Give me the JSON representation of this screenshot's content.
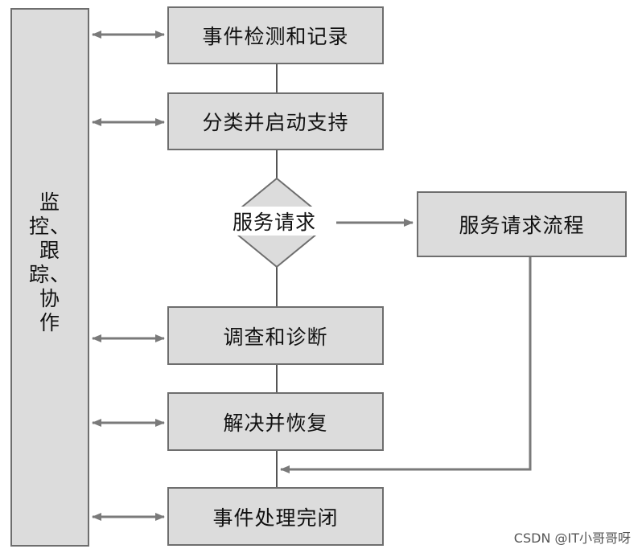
{
  "side_bar": {
    "chars": [
      "监",
      "控、",
      "跟",
      "踪、",
      "协",
      "作"
    ]
  },
  "steps": {
    "detect": "事件检测和记录",
    "classify": "分类并启动支持",
    "decision": "服务请求",
    "service_flow": "服务请求流程",
    "diagnose": "调查和诊断",
    "resolve": "解决并恢复",
    "close": "事件处理完闭"
  },
  "watermark": "CSDN @IT小哥哥呀",
  "colors": {
    "box_fill": "#dcdcdc",
    "box_border": "#6e6e6e",
    "line": "#7a7a7a",
    "text": "#111111"
  }
}
